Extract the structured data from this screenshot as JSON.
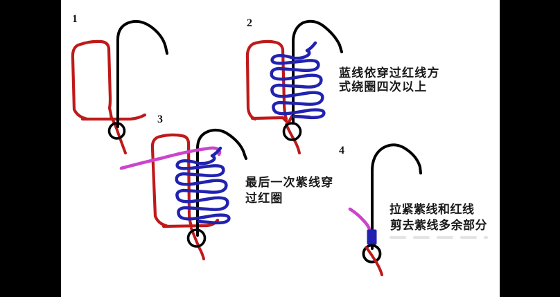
{
  "figure": {
    "letterbox": "#000000",
    "canvas": "#ffffff",
    "description": "fishing hook snell knot tying steps"
  },
  "colors": {
    "red": "#bf1a1a",
    "blue": "#2222b0",
    "magenta": "#cc44cc",
    "black": "#000000",
    "gray": "#d9d9d9"
  },
  "steps": [
    {
      "number": "1",
      "caption": [
        "",
        ""
      ]
    },
    {
      "number": "2",
      "caption": [
        "蓝线依穿过红线方",
        "式绕圈四次以上"
      ]
    },
    {
      "number": "3",
      "caption": [
        "最后一次紫线穿",
        "过红圈"
      ]
    },
    {
      "number": "4",
      "caption": [
        "拉紧紫线和红线",
        "剪去紫线多余部分"
      ]
    }
  ]
}
